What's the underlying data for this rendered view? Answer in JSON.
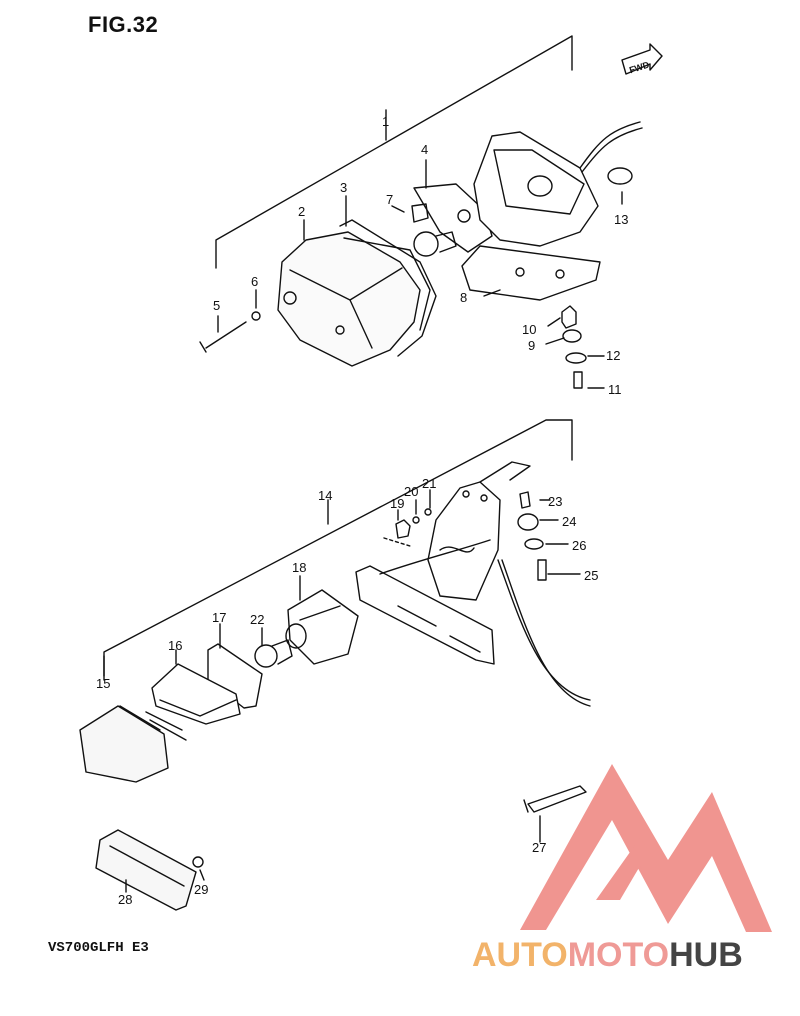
{
  "figure": {
    "title": "FIG.32",
    "model": "VS700GLFH E3",
    "fwd_arrow_label": "FWD"
  },
  "callouts": [
    {
      "id": "c1",
      "text": "1"
    },
    {
      "id": "c2",
      "text": "2"
    },
    {
      "id": "c3",
      "text": "3"
    },
    {
      "id": "c4",
      "text": "4"
    },
    {
      "id": "c5",
      "text": "5"
    },
    {
      "id": "c6",
      "text": "6"
    },
    {
      "id": "c7",
      "text": "7"
    },
    {
      "id": "c8",
      "text": "8"
    },
    {
      "id": "c9",
      "text": "9"
    },
    {
      "id": "c10",
      "text": "10"
    },
    {
      "id": "c11",
      "text": "11"
    },
    {
      "id": "c12",
      "text": "12"
    },
    {
      "id": "c13",
      "text": "13"
    },
    {
      "id": "c14",
      "text": "14"
    },
    {
      "id": "c15",
      "text": "15"
    },
    {
      "id": "c16",
      "text": "16"
    },
    {
      "id": "c17",
      "text": "17"
    },
    {
      "id": "c18",
      "text": "18"
    },
    {
      "id": "c19",
      "text": "19"
    },
    {
      "id": "c20",
      "text": "20"
    },
    {
      "id": "c21",
      "text": "21"
    },
    {
      "id": "c22",
      "text": "22"
    },
    {
      "id": "c23",
      "text": "23"
    },
    {
      "id": "c24",
      "text": "24"
    },
    {
      "id": "c25",
      "text": "25"
    },
    {
      "id": "c26",
      "text": "26"
    },
    {
      "id": "c27",
      "text": "27"
    },
    {
      "id": "c28",
      "text": "28"
    },
    {
      "id": "c29",
      "text": "29"
    }
  ],
  "watermark": {
    "part1": "AUTO",
    "part2": "MOTO",
    "part3": "HUB",
    "color_auto": "#f2b36a",
    "color_moto": "#ef9a96",
    "color_hub": "#444444",
    "logo_color": "#ef8a84"
  }
}
